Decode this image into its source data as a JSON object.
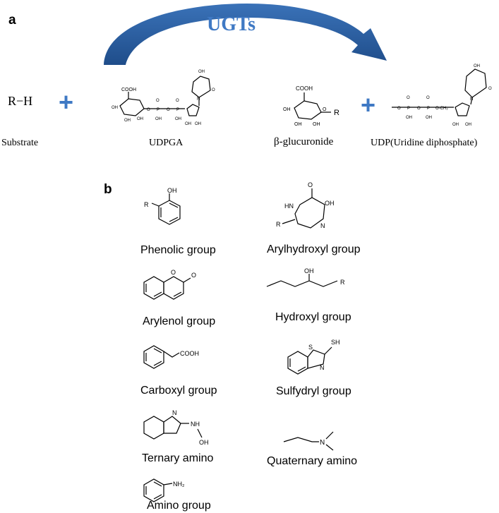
{
  "panel_a": {
    "label": "a",
    "enzyme": "UGTs",
    "substrate": {
      "formula": "R−H",
      "label": "Substrate"
    },
    "plus": "+",
    "udpga": {
      "label": "UDPGA"
    },
    "glucuronide": {
      "label": "β-glucuronide"
    },
    "udp": {
      "label": "UDP(Uridine diphosphate)"
    },
    "atoms": {
      "cooh": "COOH",
      "oh": "OH",
      "o": "O",
      "p": "P",
      "n": "N",
      "r": "R",
      "oc": "O-CH₂"
    }
  },
  "panel_b": {
    "label": "b",
    "groups": [
      {
        "name": "Phenolic group"
      },
      {
        "name": "Arylhydroxyl group"
      },
      {
        "name": "Arylenol group"
      },
      {
        "name": "Hydroxyl group"
      },
      {
        "name": "Carboxyl group"
      },
      {
        "name": "Sulfydryl group"
      },
      {
        "name": "Ternary amino"
      },
      {
        "name": "Quaternary amino"
      },
      {
        "name": "Amino group"
      }
    ],
    "atoms": {
      "oh": "OH",
      "o": "O",
      "r": "R",
      "hn": "HN",
      "n": "N",
      "s": "S",
      "sh": "SH",
      "cooh": "COOH",
      "nh": "NH",
      "nh2": "NH₂"
    }
  },
  "colors": {
    "arrow": "#2e5f9e",
    "plus": "#3f79c4",
    "enzyme_text": "#3f79c4"
  }
}
